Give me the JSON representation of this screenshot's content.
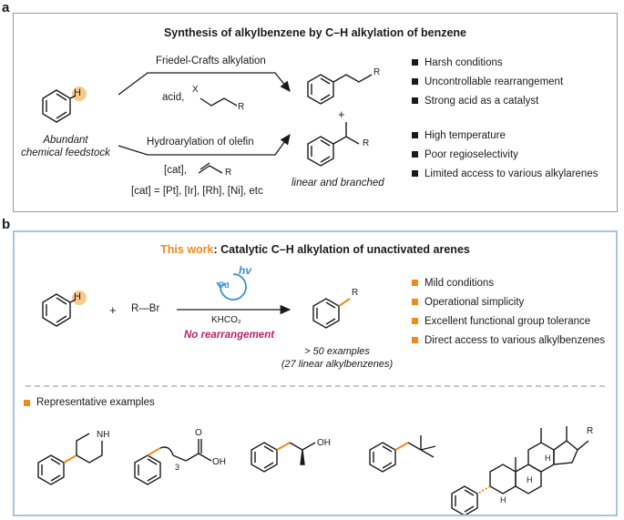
{
  "panel_a": {
    "letter": "a",
    "title": "Synthesis of alkylbenzene by C–H alkylation of benzene",
    "h_label": "H",
    "feedstock_line1": "Abundant",
    "feedstock_line2": "chemical feedstock",
    "fc_label": "Friedel-Crafts alkylation",
    "acid_label": "acid,",
    "x_label": "X",
    "r_label": "R",
    "hydro_label": "Hydroarylation of olefin",
    "cat_label": "[cat],",
    "cat_list": "[cat] = [Pt], [Ir], [Rh], [Ni], etc",
    "plus": "+",
    "products_label": "linear and branched",
    "bullets_top": [
      "Harsh conditions",
      "Uncontrollable rearrangement",
      "Strong acid as a catalyst"
    ],
    "bullets_bottom": [
      "High temperature",
      "Poor regioselectivity",
      "Limited access to various alkylarenes"
    ]
  },
  "panel_b": {
    "letter": "b",
    "title_highlight": "This work",
    "title_rest": ": Catalytic C–H alkylation of unactivated arenes",
    "h_label": "H",
    "plus": "+",
    "reagent": "R—Br",
    "pd_label": "Pd",
    "hv_label": "hv",
    "base_label": "KHCO₂",
    "no_rearr": "No rearrangement",
    "r_label": "R",
    "examples_line1": "> 50 examples",
    "examples_line2": "(27 linear alkylbenzenes)",
    "bullets": [
      "Mild conditions",
      "Operational simplicity",
      "Excellent functional group tolerance",
      "Direct access to various alkylbenzenes"
    ],
    "rep_label": "Representative examples",
    "ex1_nh": "NH",
    "ex2_o": "O",
    "ex2_oh": "OH",
    "ex2_n": "3",
    "ex3_oh": "OH",
    "ex5_r": "R",
    "ex5_h": "H"
  },
  "colors": {
    "accent": "#f08a1c",
    "magenta": "#c0206a",
    "panel_b_border": "#a9c4dd",
    "pd_blue": "#3a8fd0"
  }
}
